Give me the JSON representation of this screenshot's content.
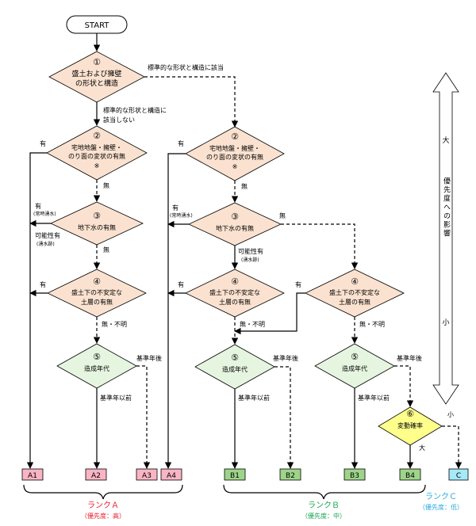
{
  "start": "START",
  "n1": {
    "num": "①",
    "line1": "盛土および擁壁",
    "line2": "の形状と構造"
  },
  "n2": {
    "num": "②",
    "line1": "宅地地盤・擁壁・",
    "line2": "のり面の変状の有無",
    "line3": "※"
  },
  "n3": {
    "num": "③",
    "line1": "地下水の有無"
  },
  "n4": {
    "num": "④",
    "line1": "盛土下の不安定な",
    "line2": "土層の有無"
  },
  "n5": {
    "num": "⑤",
    "line1": "造成年代"
  },
  "n6": {
    "num": "⑥",
    "line1": "変動確率"
  },
  "labels": {
    "standard": "標準的な形状と構造に該当",
    "not_standard_1": "標準的な形状と構造に",
    "not_standard_2": "該当しない",
    "yes": "有",
    "no": "無",
    "spring_always": "(常時湧水)",
    "possible": "可能性有",
    "spring_trace": "(湧水跡)",
    "none_unknown": "無・不明",
    "after_std": "基準年後",
    "before_std": "基準年以前",
    "large": "大",
    "small": "小"
  },
  "results": [
    "A1",
    "A2",
    "A3",
    "A4",
    "B1",
    "B2",
    "B3",
    "B4",
    "C"
  ],
  "ranks": {
    "a": {
      "name": "ランクＡ",
      "prio": "（優先度：高）"
    },
    "b": {
      "name": "ランクＢ",
      "prio": "（優先度：中）"
    },
    "c": {
      "name": "ランクＣ",
      "prio": "（優先度：低）"
    }
  },
  "scale": {
    "big": "大",
    "label": "優先度への影響",
    "small": "小"
  },
  "colors": {
    "orange": "#fbe2d0",
    "green": "#e6f5e0",
    "yellow": "#ffff8c",
    "pink": "#f9b5c4",
    "bgreen": "#9ed48a",
    "cyan": "#a6eaf8"
  }
}
